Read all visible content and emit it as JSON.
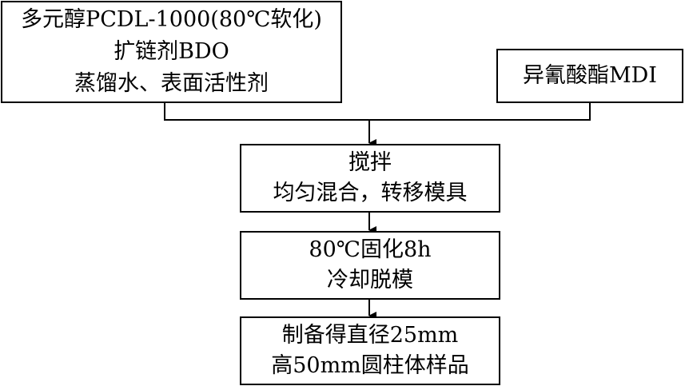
{
  "materials": {
    "lines": [
      "多元醇PCDL-1000(80℃软化)",
      "扩链剂BDO",
      "蒸馏水、表面活性剂"
    ]
  },
  "isocyanate": {
    "label": "异氰酸酯MDI"
  },
  "step_mix": {
    "lines": [
      "搅拌",
      "均匀混合，转移模具"
    ]
  },
  "step_cure": {
    "lines": [
      "80℃固化8h",
      "冷却脱模"
    ]
  },
  "step_product": {
    "lines": [
      "制备得直径25mm",
      "高50mm圆柱体样品"
    ]
  },
  "colors": {
    "stroke": "#000000",
    "background": "#ffffff"
  }
}
